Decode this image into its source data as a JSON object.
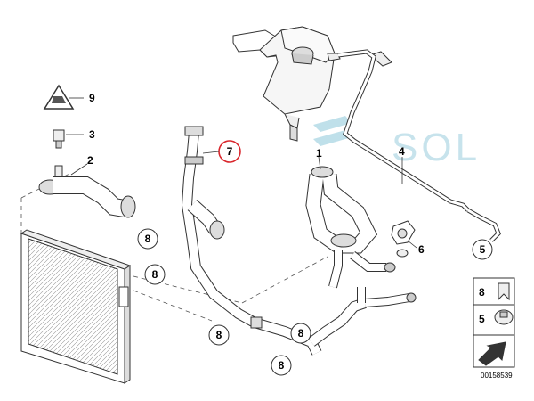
{
  "callouts": {
    "c1": "1",
    "c2": "2",
    "c3": "3",
    "c4": "4",
    "c5": "5",
    "c6": "6",
    "c7": "7",
    "c8a": "8",
    "c8b": "8",
    "c8c": "8",
    "c8d": "8",
    "c8e": "8",
    "c9": "9"
  },
  "legend": {
    "item8": "8",
    "item5": "5"
  },
  "watermark": "SOL",
  "doc_number": "00158539",
  "colors": {
    "highlight": "#d9262c",
    "watermark": "#c7e3ec"
  }
}
